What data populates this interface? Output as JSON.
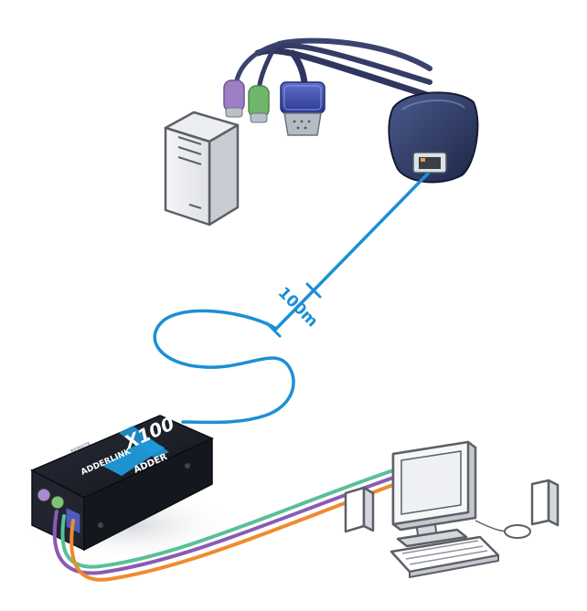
{
  "diagram": {
    "distance_label": "100m",
    "extender_unit": {
      "brand": "ADDER",
      "model_name": "ADDERLINK",
      "model_number": "X100",
      "port_label": "REMOTE"
    }
  },
  "colors": {
    "cat5_cable": "#1a8fd6",
    "extender_body": "#1c1f2a",
    "extender_accent": "#1f9ad8",
    "pc_outline": "#5c6066",
    "keyboard_cable": "#8a5bb5",
    "mouse_cable": "#58c097",
    "video_cable": "#f08a2c",
    "vga_blue": "#3d4ca8",
    "ps2_purple": "#9d7fc4",
    "ps2_green": "#6fb56b",
    "dongle_body": "#2d3a66"
  },
  "icons": {
    "computer_tower": "computer-tower-icon",
    "workstation": "desktop-workstation-icon",
    "ps2_keyboard_plug": "ps2-keyboard-plug-icon",
    "ps2_mouse_plug": "ps2-mouse-plug-icon",
    "vga_plug": "vga-plug-icon",
    "transmitter_dongle": "transmitter-dongle-icon",
    "receiver_unit": "receiver-unit-icon"
  }
}
